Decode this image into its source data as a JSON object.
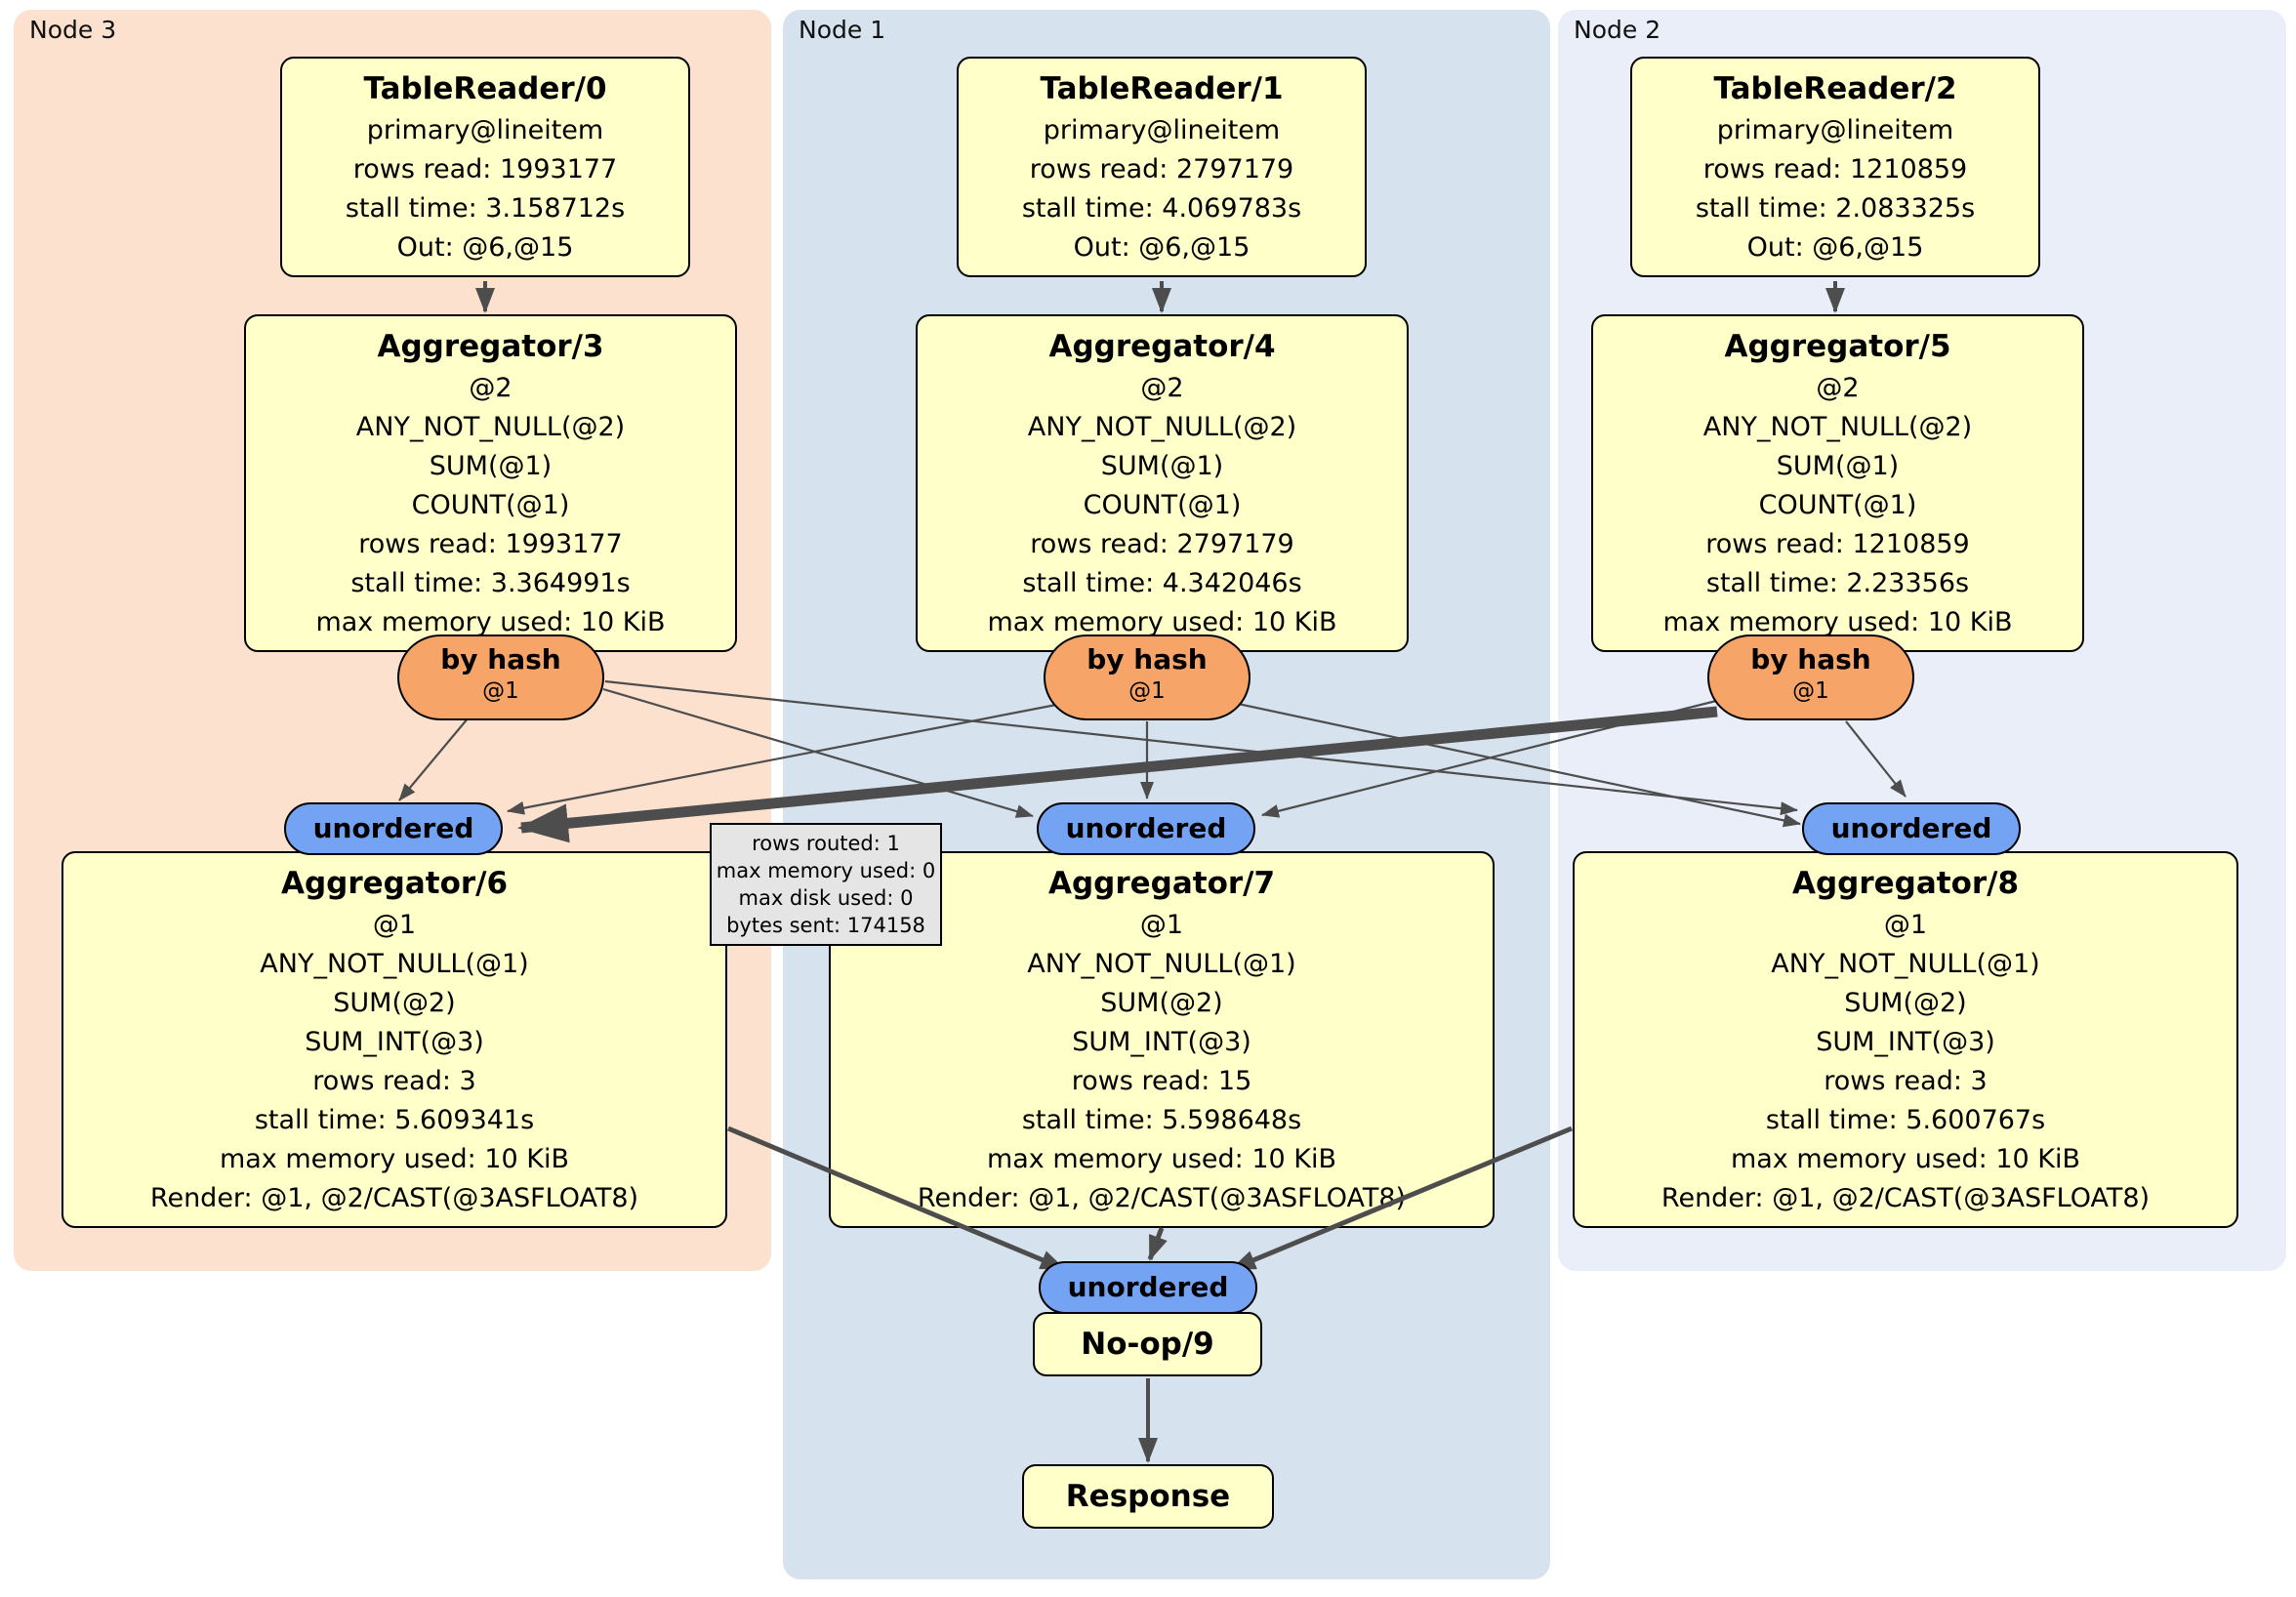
{
  "panels": [
    {
      "id": "node3",
      "label": "Node 3"
    },
    {
      "id": "node1",
      "label": "Node 1"
    },
    {
      "id": "node2",
      "label": "Node 2"
    }
  ],
  "boxes": {
    "tr0": {
      "title": "TableReader/0",
      "lines": [
        "primary@lineitem",
        "rows read: 1993177",
        "stall time: 3.158712s",
        "Out: @6,@15"
      ]
    },
    "tr1": {
      "title": "TableReader/1",
      "lines": [
        "primary@lineitem",
        "rows read: 2797179",
        "stall time: 4.069783s",
        "Out: @6,@15"
      ]
    },
    "tr2": {
      "title": "TableReader/2",
      "lines": [
        "primary@lineitem",
        "rows read: 1210859",
        "stall time: 2.083325s",
        "Out: @6,@15"
      ]
    },
    "agg3": {
      "title": "Aggregator/3",
      "lines": [
        "@2",
        "ANY_NOT_NULL(@2)",
        "SUM(@1)",
        "COUNT(@1)",
        "rows read: 1993177",
        "stall time: 3.364991s",
        "max memory used: 10 KiB"
      ]
    },
    "agg4": {
      "title": "Aggregator/4",
      "lines": [
        "@2",
        "ANY_NOT_NULL(@2)",
        "SUM(@1)",
        "COUNT(@1)",
        "rows read: 2797179",
        "stall time: 4.342046s",
        "max memory used: 10 KiB"
      ]
    },
    "agg5": {
      "title": "Aggregator/5",
      "lines": [
        "@2",
        "ANY_NOT_NULL(@2)",
        "SUM(@1)",
        "COUNT(@1)",
        "rows read: 1210859",
        "stall time: 2.23356s",
        "max memory used: 10 KiB"
      ]
    },
    "agg6": {
      "title": "Aggregator/6",
      "lines": [
        "@1",
        "ANY_NOT_NULL(@1)",
        "SUM(@2)",
        "SUM_INT(@3)",
        "rows read: 3",
        "stall time: 5.609341s",
        "max memory used: 10 KiB",
        "Render: @1, @2/CAST(@3ASFLOAT8)"
      ]
    },
    "agg7": {
      "title": "Aggregator/7",
      "lines": [
        "@1",
        "ANY_NOT_NULL(@1)",
        "SUM(@2)",
        "SUM_INT(@3)",
        "rows read: 15",
        "stall time: 5.598648s",
        "max memory used: 10 KiB",
        "Render: @1, @2/CAST(@3ASFLOAT8)"
      ]
    },
    "agg8": {
      "title": "Aggregator/8",
      "lines": [
        "@1",
        "ANY_NOT_NULL(@1)",
        "SUM(@2)",
        "SUM_INT(@3)",
        "rows read: 3",
        "stall time: 5.600767s",
        "max memory used: 10 KiB",
        "Render: @1, @2/CAST(@3ASFLOAT8)"
      ]
    },
    "noop": {
      "title": "No-op/9"
    },
    "response": {
      "title": "Response"
    }
  },
  "routers": [
    {
      "label": "by hash",
      "sub": "@1"
    },
    {
      "label": "by hash",
      "sub": "@1"
    },
    {
      "label": "by hash",
      "sub": "@1"
    }
  ],
  "syncs": [
    {
      "label": "unordered"
    },
    {
      "label": "unordered"
    },
    {
      "label": "unordered"
    },
    {
      "label": "unordered"
    }
  ],
  "tooltip": {
    "lines": [
      "rows routed: 1",
      "max memory used: 0",
      "max disk used: 0",
      "bytes sent: 174158"
    ]
  },
  "colors": {
    "panel_node3": "#fbe1ce",
    "panel_node1": "#d6e2ed",
    "panel_node2": "#e9eef8",
    "node_fill": "#ffffc9",
    "router_fill": "#f7a469",
    "sync_fill": "#74a3f4",
    "edge": "#4d4d4d",
    "tooltip_bg": "#e5e5e5"
  }
}
